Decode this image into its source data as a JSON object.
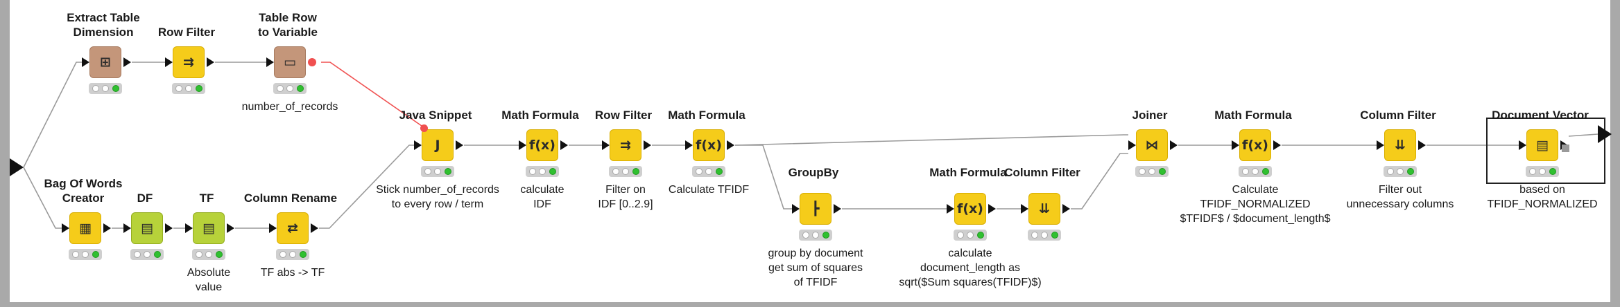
{
  "workflow": {
    "nodes": [
      {
        "id": "extract_table_dimension",
        "title": "Extract Table\nDimension",
        "color": "brown",
        "icon": "table-dimension-icon",
        "glyph": "⊞",
        "label": ""
      },
      {
        "id": "row_filter_top",
        "title": "Row Filter",
        "color": "yellow",
        "icon": "row-filter-icon",
        "glyph": "⇉",
        "label": ""
      },
      {
        "id": "table_row_to_variable",
        "title": "Table Row\nto Variable",
        "color": "brown",
        "icon": "table-to-variable-icon",
        "glyph": "▭",
        "label": "number_of_records"
      },
      {
        "id": "bag_of_words_creator",
        "title": "Bag Of Words\nCreator",
        "color": "yellow",
        "icon": "bag-of-words-icon",
        "glyph": "▦",
        "label": ""
      },
      {
        "id": "df",
        "title": "DF",
        "color": "green",
        "icon": "document-frequency-icon",
        "glyph": "▤",
        "label": ""
      },
      {
        "id": "tf",
        "title": "TF",
        "color": "green",
        "icon": "term-frequency-icon",
        "glyph": "▤",
        "label": "Absolute\nvalue"
      },
      {
        "id": "column_rename",
        "title": "Column Rename",
        "color": "yellow",
        "icon": "column-rename-icon",
        "glyph": "⇄",
        "label": "TF abs -> TF"
      },
      {
        "id": "java_snippet",
        "title": "Java Snippet",
        "color": "yellow",
        "icon": "java-snippet-icon",
        "glyph": "J",
        "label": "Stick number_of_records\nto every row / term"
      },
      {
        "id": "math_formula_idf",
        "title": "Math Formula",
        "color": "yellow",
        "icon": "math-formula-icon",
        "glyph": "f(x)",
        "label": "calculate\nIDF"
      },
      {
        "id": "row_filter_idf",
        "title": "Row Filter",
        "color": "yellow",
        "icon": "row-filter-icon",
        "glyph": "⇉",
        "label": "Filter on\nIDF [0..2.9]"
      },
      {
        "id": "math_formula_tfidf",
        "title": "Math Formula",
        "color": "yellow",
        "icon": "math-formula-icon",
        "glyph": "f(x)",
        "label": "Calculate TFIDF"
      },
      {
        "id": "groupby",
        "title": "GroupBy",
        "color": "yellow",
        "icon": "groupby-icon",
        "glyph": "┣",
        "label": "group by document\nget sum of squares\nof TFIDF"
      },
      {
        "id": "math_formula_length",
        "title": "Math Formula",
        "color": "yellow",
        "icon": "math-formula-icon",
        "glyph": "f(x)",
        "label": "calculate\ndocument_length as\nsqrt($Sum squares(TFIDF)$)"
      },
      {
        "id": "column_filter_mid",
        "title": "Column Filter",
        "color": "yellow",
        "icon": "column-filter-icon",
        "glyph": "⇊",
        "label": ""
      },
      {
        "id": "joiner",
        "title": "Joiner",
        "color": "yellow",
        "icon": "joiner-icon",
        "glyph": "⋈",
        "label": ""
      },
      {
        "id": "math_formula_norm",
        "title": "Math Formula",
        "color": "yellow",
        "icon": "math-formula-icon",
        "glyph": "f(x)",
        "label": "Calculate\nTFIDF_NORMALIZED\n$TFIDF$ / $document_length$"
      },
      {
        "id": "column_filter_right",
        "title": "Column Filter",
        "color": "yellow",
        "icon": "column-filter-icon",
        "glyph": "⇊",
        "label": "Filter out\nunnecessary columns"
      },
      {
        "id": "document_vector",
        "title": "Document Vector",
        "color": "yellow",
        "icon": "document-vector-icon",
        "glyph": "▤",
        "label": "based on\nTFIDF_NORMALIZED"
      }
    ],
    "status_lights": [
      "idle",
      "idle",
      "executed"
    ],
    "colors": {
      "yellow": "#f5cc1a",
      "green": "#b7d23a",
      "brown": "#c4967a",
      "variable_port": "#f05050",
      "connection": "#9a9a9a",
      "variable_connection": "#f05050"
    }
  }
}
